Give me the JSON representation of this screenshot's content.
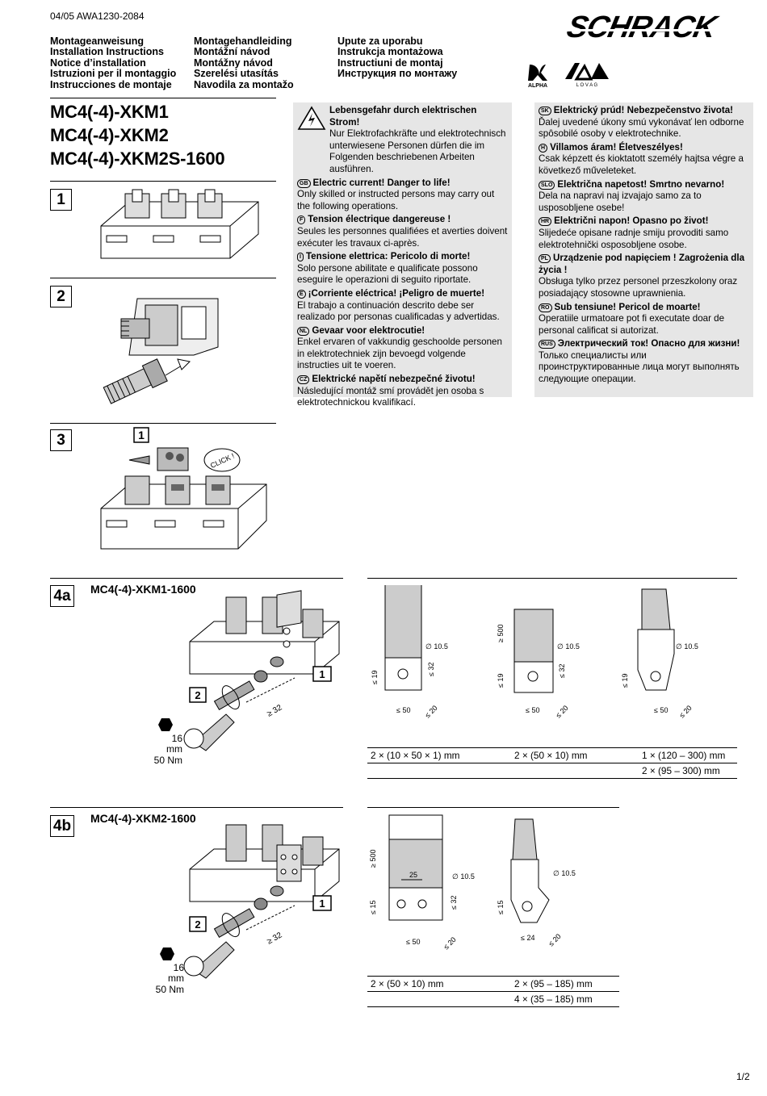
{
  "doc_code": "04/05 AWA1230-2084",
  "brand": "SCHRACK",
  "logos": {
    "alpha": "ALPHA",
    "lovag": "L O V A G"
  },
  "header": {
    "col1": [
      "Montageanweisung",
      "Installation Instructions",
      "Notice d’installation",
      "Istruzioni per il montaggio",
      "Instrucciones de montaje"
    ],
    "col2": [
      "Montagehandleiding",
      "Montážní návod",
      "Montážny návod",
      "Szerelési utasítás",
      "Navodila za montažo"
    ],
    "col3": [
      "Upute za uporabu",
      "Instrukcja montażowa",
      "Instructiuni de montaj",
      "Инструкция по монтажу"
    ]
  },
  "titles": [
    "MC4(-4)-XKM1",
    "MC4(-4)-XKM2",
    "MC4(-4)-XKM2S-1600"
  ],
  "steps": {
    "s1": "1",
    "s2": "2",
    "s3": "3",
    "s4a": "4a",
    "s4b": "4b"
  },
  "fig_labels": {
    "click": "CLICK !",
    "num1": "1",
    "num2": "2",
    "tool": "16 mm",
    "torque": "50 Nm",
    "dist32": "≥ 32"
  },
  "warnings_left": [
    {
      "code": "",
      "title": "Lebensgefahr durch elektrischen Strom!",
      "text": "Nur Elektrofachkräfte und elektrotechnisch unterwiesene Personen dürfen die im Folgenden beschriebenen Arbeiten ausführen."
    },
    {
      "code": "GB",
      "title": "Electric current! Danger to life!",
      "text": "Only skilled or instructed persons may carry out the following operations."
    },
    {
      "code": "F",
      "title": "Tension électrique dangereuse !",
      "text": "Seules les personnes qualifiées et averties doivent exécuter les travaux ci-après."
    },
    {
      "code": "I",
      "title": "Tensione elettrica: Pericolo di morte!",
      "text": "Solo persone abilitate e qualificate possono eseguire le operazioni di seguito riportate."
    },
    {
      "code": "E",
      "title": "¡Corriente eléctrica! ¡Peligro de muerte!",
      "text": "El trabajo a continuación descrito debe ser realizado por personas cualificadas y advertidas."
    },
    {
      "code": "NL",
      "title": "Gevaar voor elektrocutie!",
      "text": "Enkel ervaren of vakkundig geschoolde personen in elektrotechniek zijn bevoegd volgende instructies uit te voeren."
    },
    {
      "code": "CZ",
      "title": "Elektrické napětí nebezpečné životu!",
      "text": "Následující montáž smí provádět jen osoba s elektrotechnickou kvalifikací."
    }
  ],
  "warnings_right": [
    {
      "code": "SK",
      "title": "Elektrický prúd! Nebezpečenstvo života!",
      "text": "Ďalej uvedené úkony smú vykonávať len odborne spôsobilé osoby v elektrotechnike."
    },
    {
      "code": "H",
      "title": "Villamos áram! Életveszélyes!",
      "text": "Csak képzett és kioktatott személy hajtsa végre a következő műveleteket."
    },
    {
      "code": "SLO",
      "title": "Električna napetost! Smrtno nevarno!",
      "text": "Dela na napravi naj izvajajo samo za to usposobljene osebe!"
    },
    {
      "code": "HR",
      "title": "Električni napon! Opasno po život!",
      "text": "Slijedeće opisane radnje smiju provoditi samo elektrotehnički osposobljene osobe."
    },
    {
      "code": "PL",
      "title": "Urządzenie pod napięciem ! Zagrożenia dla życia !",
      "text": "Obsługa tylko przez personel przeszkolony oraz posiadający stosowne uprawnienia."
    },
    {
      "code": "RO",
      "title": "Sub tensiune! Pericol de moarte!",
      "text": "Operatiile urmatoare pot fi executate doar de personal calificat si autorizat."
    },
    {
      "code": "RUS",
      "title": "Электрический ток! Опасно для жизни!",
      "text": "Только специалисты или проинструктированные лица могут выполнять следующие операции."
    }
  ],
  "section4a": {
    "model": "MC4(-4)-XKM1-1600",
    "dims": {
      "d105": "∅ 10.5",
      "g500": "≥ 500",
      "l19": "≤ 19",
      "l32": "≤ 32",
      "l50": "≤ 50",
      "l20": "≤ 20"
    },
    "table": [
      [
        "2 × (10 × 50 × 1) mm",
        "2 × (50 × 10) mm",
        "1 × (120 – 300) mm"
      ],
      [
        "",
        "",
        "2 × (95 – 300) mm"
      ]
    ]
  },
  "section4b": {
    "model": "MC4(-4)-XKM2-1600",
    "dims": {
      "d105": "∅ 10.5",
      "d105b": "∅ 10.5",
      "g500": "≥ 500",
      "l15": "≤ 15",
      "l15b": "≤ 15",
      "d25": "25",
      "l32": "≤ 32",
      "l50": "≤ 50",
      "l20": "≤ 20",
      "l24": "≤ 24",
      "l20b": "≤ 20"
    },
    "table": [
      [
        "2 × (50 × 10) mm",
        "2 × (95 – 185) mm"
      ],
      [
        "",
        "4 × (35 – 185) mm"
      ]
    ]
  },
  "page_number": "1/2"
}
